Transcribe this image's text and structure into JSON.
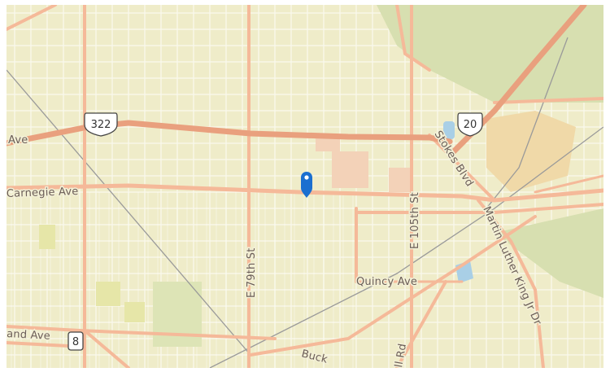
{
  "map": {
    "colors": {
      "land": "#efecc9",
      "street": "#ffffff",
      "arterial": "#f5b999",
      "highway": "#e9a07e",
      "park": "#d7dfb0",
      "campus": "#f0d9a8",
      "water": "#a9cfe6",
      "pin": "#1a6fd0"
    },
    "labels": {
      "ave_left": "Ave",
      "carnegie": "Carnegie Ave",
      "e79": "E 79th St",
      "e105": "E 105th St",
      "stokes": "Stokes Blvd",
      "mlk": "Martin Luther King Jr Dr",
      "quincy": "Quincy Ave",
      "land_ave": "and Ave",
      "buckeye": "Buck",
      "hill_rd": "ll Rd"
    },
    "shields": {
      "us322": "322",
      "us20": "20",
      "sr8": "8"
    },
    "marker": {
      "icon": "map-pin-icon"
    }
  }
}
